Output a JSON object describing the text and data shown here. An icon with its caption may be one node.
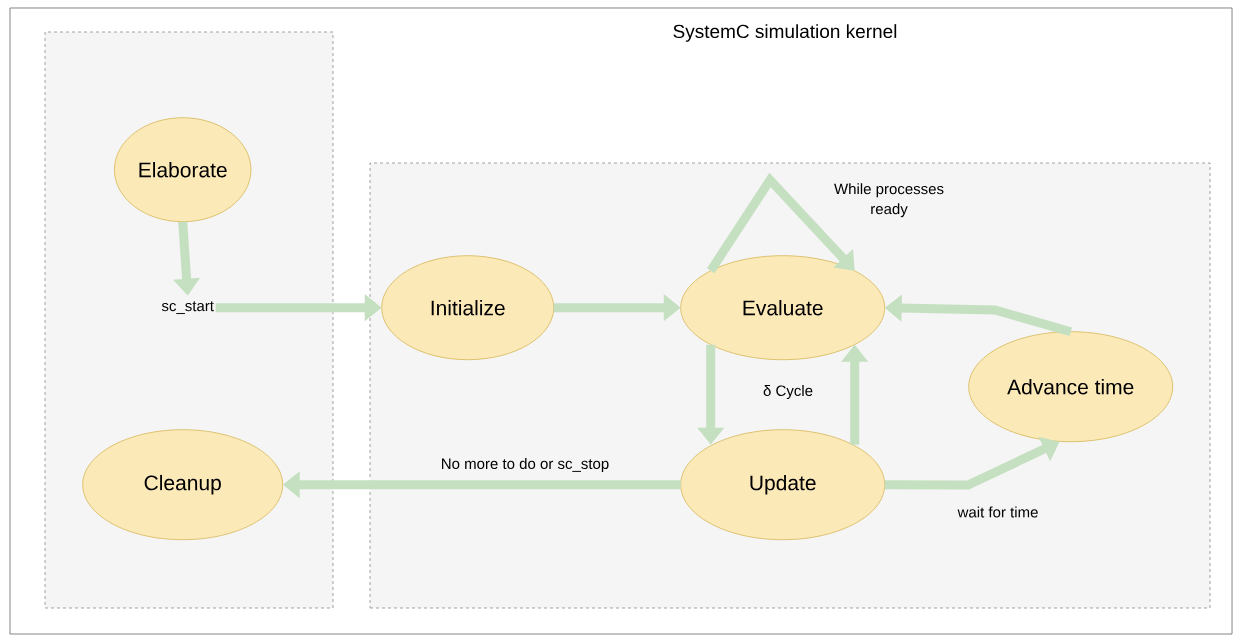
{
  "diagram": {
    "title": "SystemC simulation kernel",
    "nodes": [
      {
        "text": [],
        "shape": "box"
      },
      {
        "text": [
          "Elaborate"
        ],
        "in": 0
      },
      {
        "text": [
          "sc_start"
        ],
        "in": 0
      },
      {
        "text": [
          "Cleanup"
        ],
        "in": 0
      },
      {
        "text": [],
        "shape": "box"
      },
      {
        "text": [
          "Initialize"
        ],
        "in": 4
      },
      {
        "text": [
          "Evaluate"
        ],
        "in": 4
      },
      {
        "text": [
          "Update"
        ],
        "in": 4
      },
      {
        "text": [
          "Advance time"
        ],
        "in": 4
      }
    ],
    "edges": [
      {
        "from": 1,
        "to": 2,
        "arrow": "to"
      },
      {
        "from": 2,
        "to": 5,
        "arrow": "to"
      },
      {
        "from": 5,
        "to": 6,
        "arrow": "to"
      },
      {
        "from": 6,
        "to": 6,
        "arrow": "to",
        "label": "While processes ready"
      },
      {
        "from": 6,
        "to": 7,
        "arrow": "to"
      },
      {
        "from": 7,
        "to": 6,
        "arrow": "to"
      },
      {
        "from": 7,
        "to": 3,
        "arrow": "to",
        "label": "No more to do or sc_stop"
      },
      {
        "from": 7,
        "to": 8,
        "arrow": "to",
        "label": "wait for time"
      },
      {
        "from": 8,
        "to": 6,
        "arrow": "to"
      }
    ],
    "labels": [
      "δ Cycle"
    ]
  }
}
